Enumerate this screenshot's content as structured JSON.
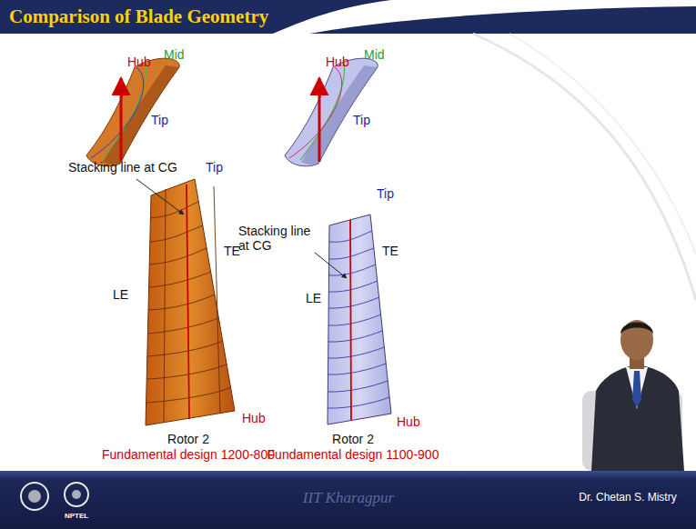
{
  "diagram": {
    "title": "Comparison of Blade Geometry",
    "labels": [
      "Hub",
      "Mid",
      "Tip",
      "Hub",
      "Mid",
      "Tip",
      "Tip",
      "Stacking line at CG",
      "TE",
      "LE",
      "Hub",
      "Rotor 2",
      "Fundamental design 1200-800",
      "Tip",
      "Stacking line at CG",
      "TE",
      "LE",
      "Hub",
      "Rotor 2",
      "Fundamental design 1100-900",
      "NPTEL",
      "IIT Kharagpur",
      "Dr. Chetan S. Mistry"
    ]
  }
}
